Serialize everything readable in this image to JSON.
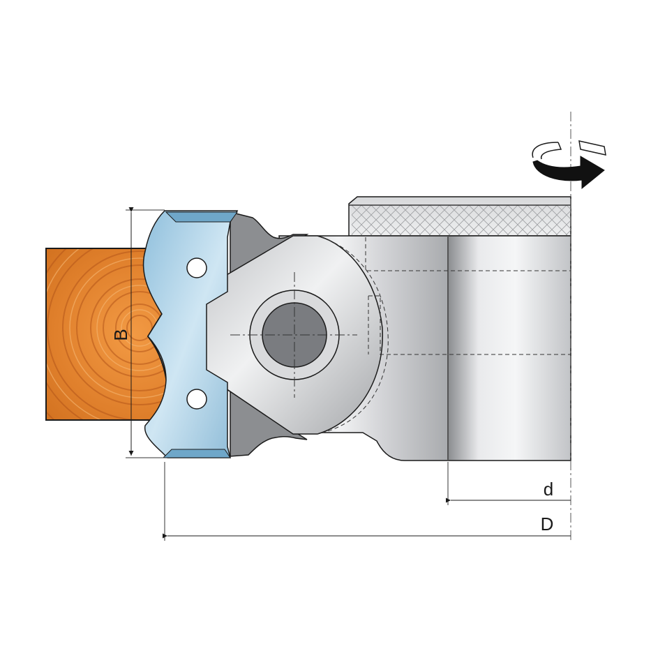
{
  "diagram": {
    "labels": {
      "height": "B",
      "bore_diameter": "d",
      "outer_diameter": "D"
    },
    "icons": {
      "rotation": "rotation-arrow-icon"
    },
    "colors": {
      "wood": "#e0802c",
      "wood_dark": "#b85a14",
      "knife_blue": "#a9cfe6",
      "steel_light": "#e6e7e9",
      "steel_mid": "#b9bbbe",
      "steel_dark": "#7b7d80",
      "outline": "#1a1a1a"
    }
  }
}
